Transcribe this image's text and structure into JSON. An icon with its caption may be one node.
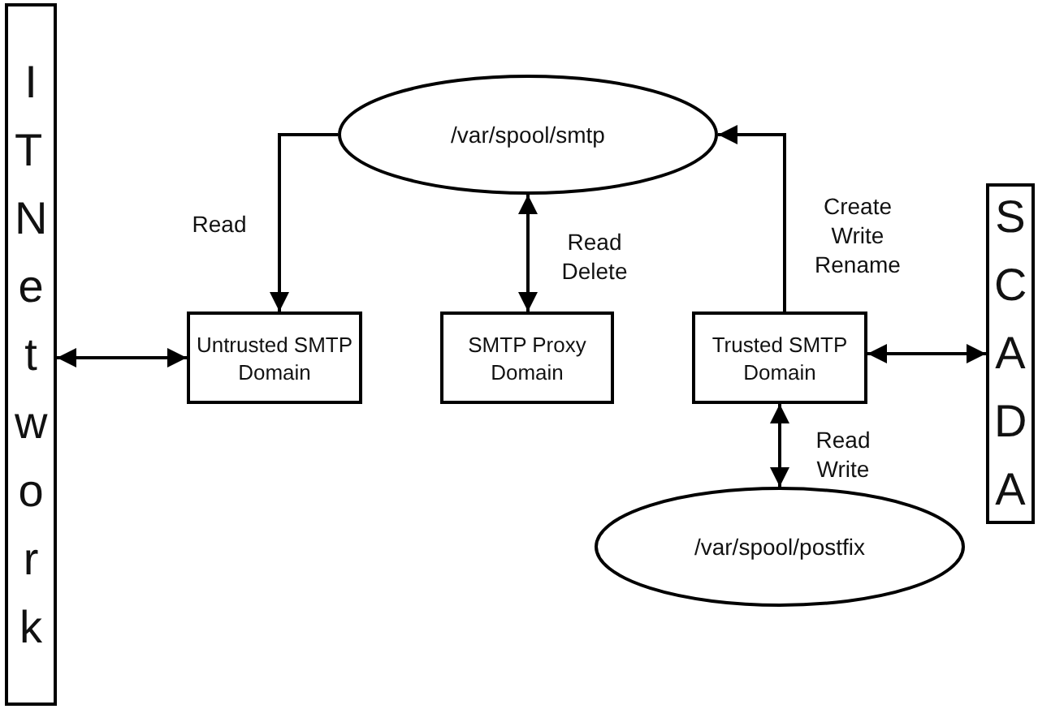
{
  "diagram": {
    "nodes": [
      {
        "text": [
          "IT Network"
        ]
      },
      {
        "text": [
          "/var/spool/smtp"
        ]
      },
      {
        "text": [
          "Untrusted SMTP Domain"
        ]
      },
      {
        "text": [
          "SMTP Proxy Domain"
        ]
      },
      {
        "text": [
          "Trusted SMTP Domain"
        ]
      },
      {
        "text": [
          "SCADA"
        ]
      },
      {
        "text": [
          "/var/spool/postfix"
        ]
      }
    ],
    "edges": [
      {
        "from": 0,
        "to": 2,
        "arrow": "both"
      },
      {
        "from": 1,
        "to": 2,
        "arrow": "to",
        "label": "Read"
      },
      {
        "from": 3,
        "to": 1,
        "arrow": "both",
        "label": "Read Delete"
      },
      {
        "from": 4,
        "to": 1,
        "arrow": "to",
        "label": "Create Write Rename"
      },
      {
        "from": 4,
        "to": 5,
        "arrow": "both"
      },
      {
        "from": 4,
        "to": 6,
        "arrow": "both",
        "label": "Read Write"
      }
    ]
  }
}
